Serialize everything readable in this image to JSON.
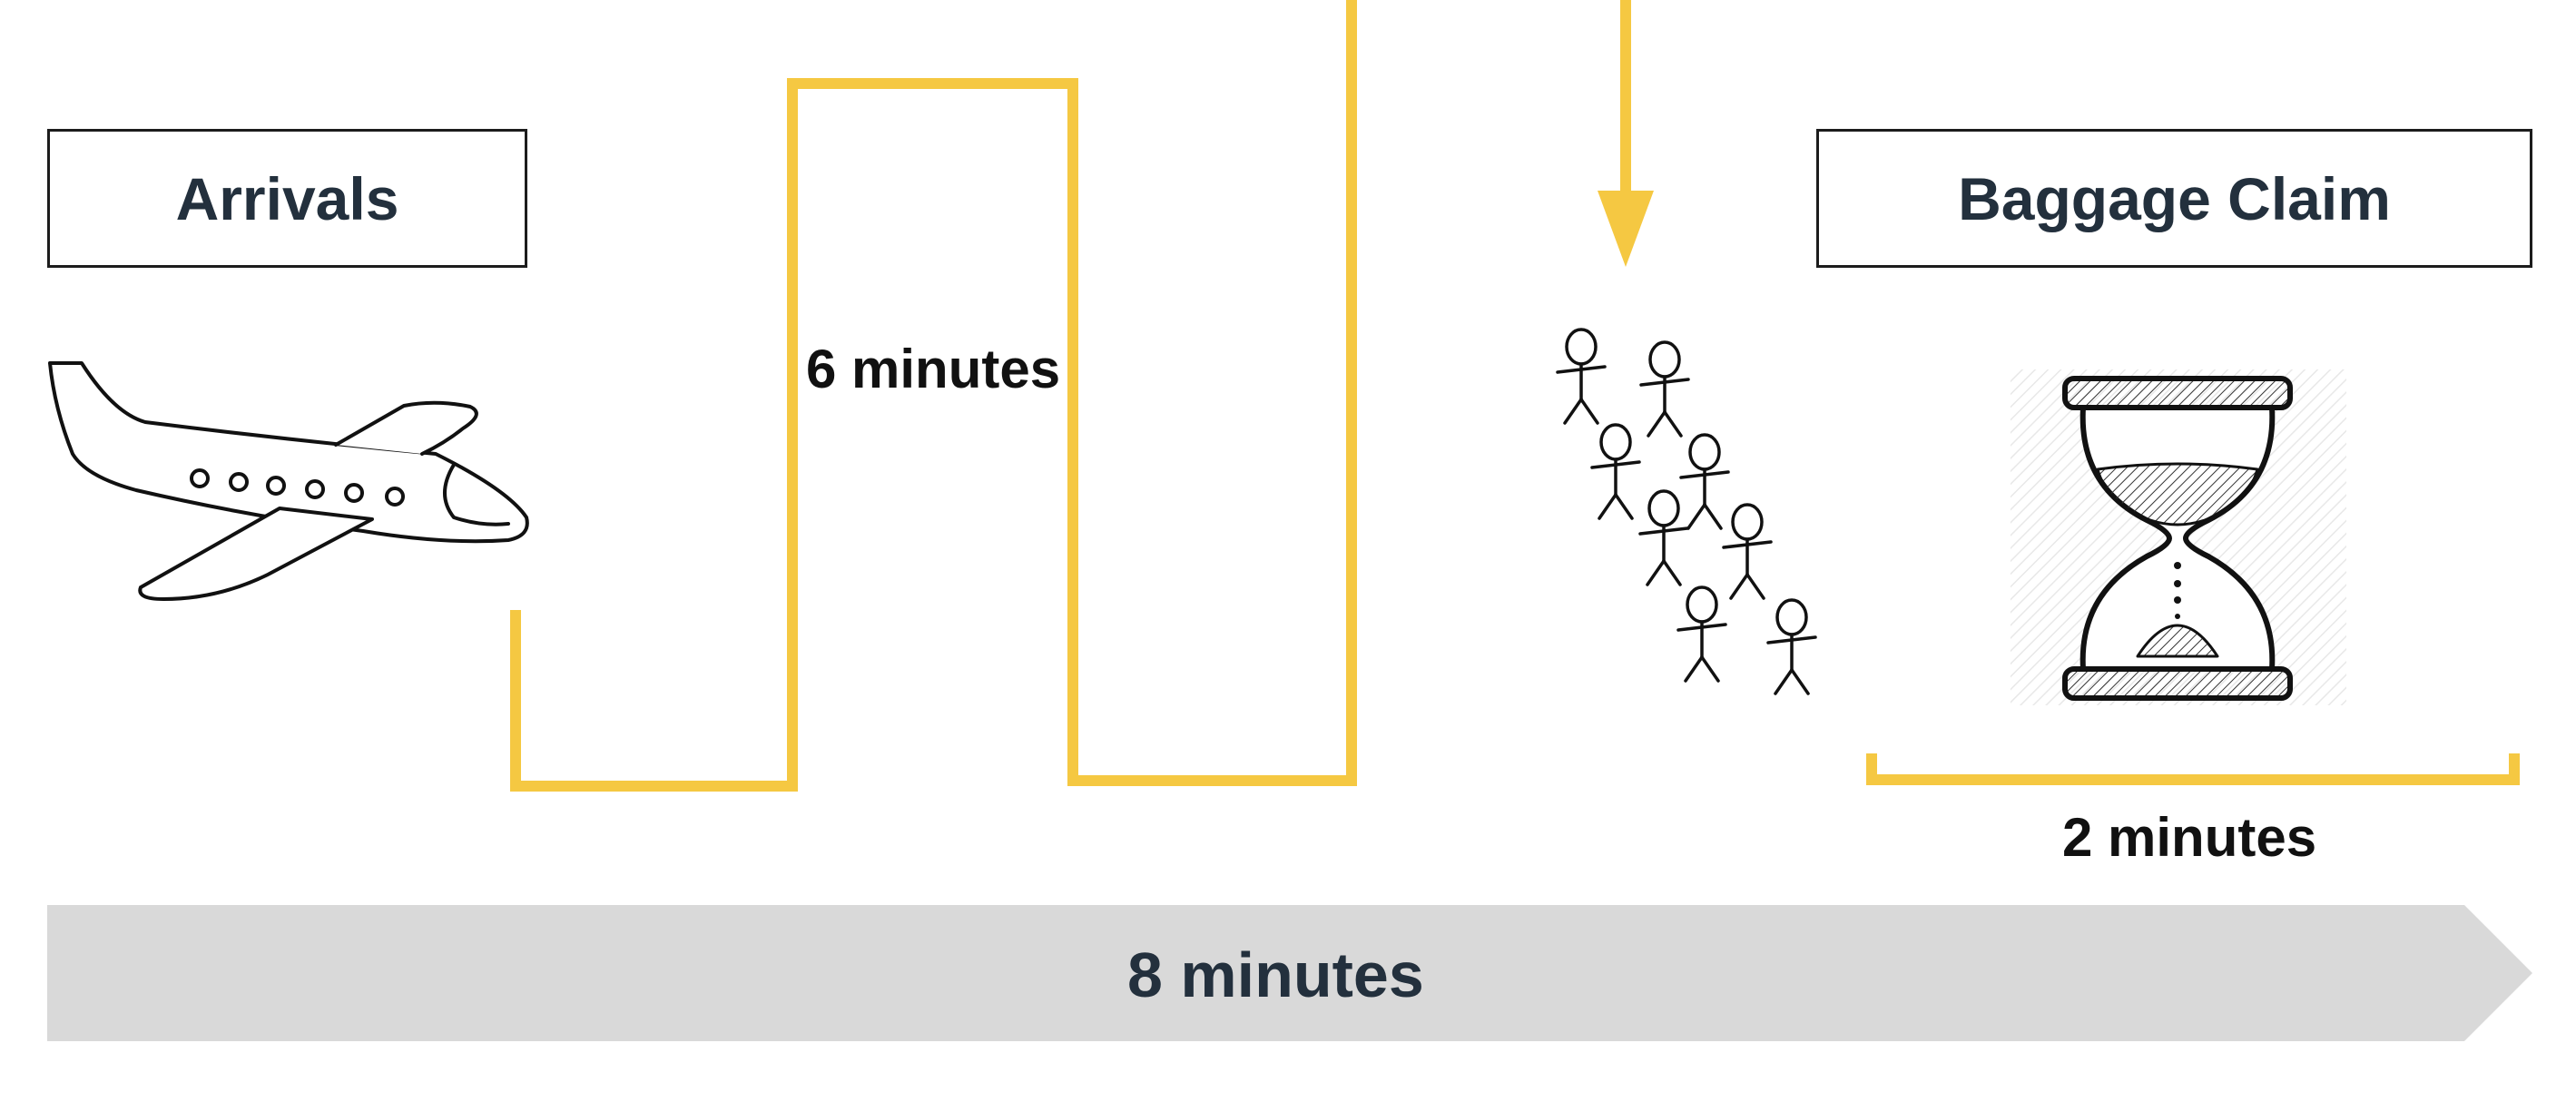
{
  "labels": {
    "arrivals": "Arrivals",
    "baggage_claim": "Baggage Claim"
  },
  "durations": {
    "walk": "6 minutes",
    "wait": "2 minutes",
    "total": "8 minutes"
  },
  "icons": {
    "plane": "airplane-icon",
    "people": "crowd-icon",
    "timer": "hourglass-icon"
  },
  "colors": {
    "path": "#f5c842",
    "text_dark": "#23303d",
    "bar": "#d9d9d9"
  }
}
